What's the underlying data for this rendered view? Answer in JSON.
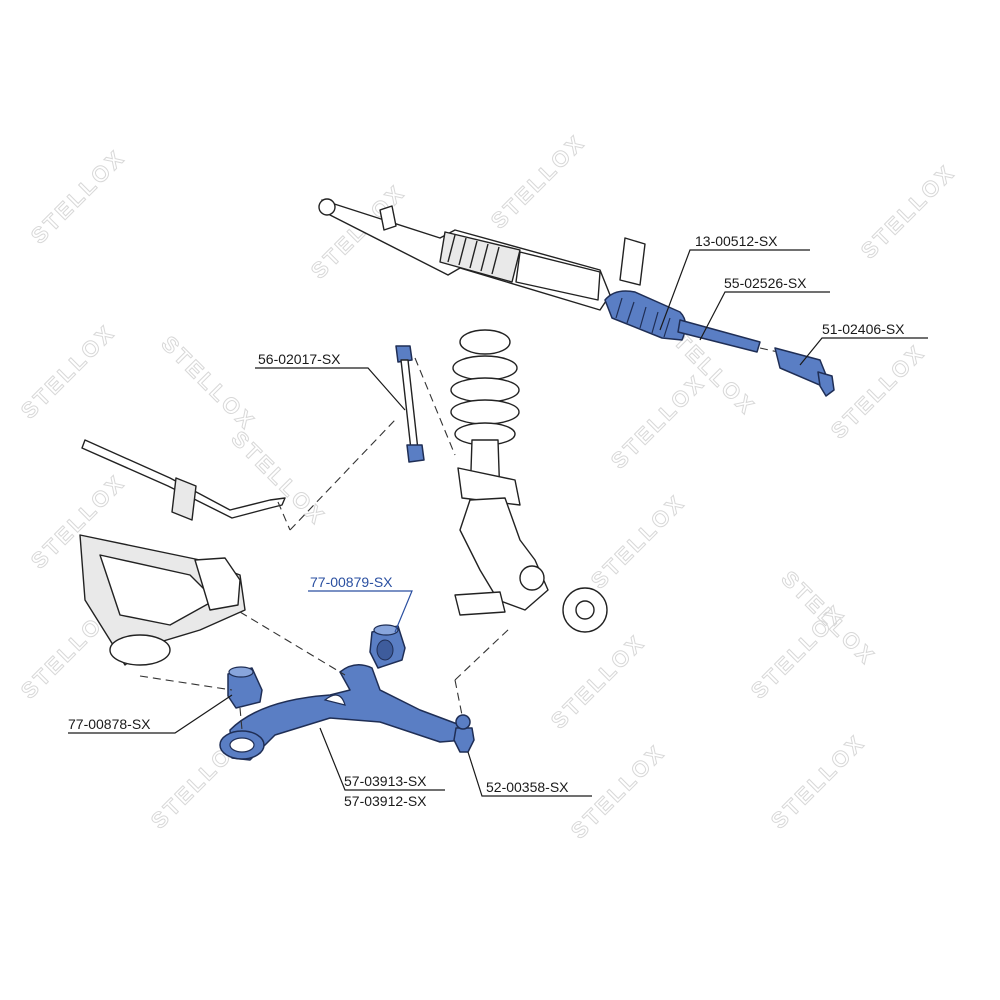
{
  "watermark": {
    "text": "STELLOX"
  },
  "parts": [
    {
      "id": "steering_rack",
      "label": "13-00512-SX",
      "highlighted": false
    },
    {
      "id": "boot",
      "label": "55-02526-SX",
      "highlighted": false
    },
    {
      "id": "tie_rod_end",
      "label": "51-02406-SX",
      "highlighted": false
    },
    {
      "id": "stabilizer_link",
      "label": "56-02017-SX",
      "highlighted": false
    },
    {
      "id": "front_bushing",
      "label": "77-00879-SX",
      "highlighted": true
    },
    {
      "id": "rear_bushing",
      "label": "77-00878-SX",
      "highlighted": false
    },
    {
      "id": "control_arm_a",
      "label": "57-03913-SX",
      "highlighted": false
    },
    {
      "id": "control_arm_b",
      "label": "57-03912-SX",
      "highlighted": false
    },
    {
      "id": "ball_joint",
      "label": "52-00358-SX",
      "highlighted": false
    }
  ],
  "colors": {
    "accent": "#2a4fa0",
    "part_fill": "#5a7ec4",
    "line": "#1a1a1a"
  }
}
